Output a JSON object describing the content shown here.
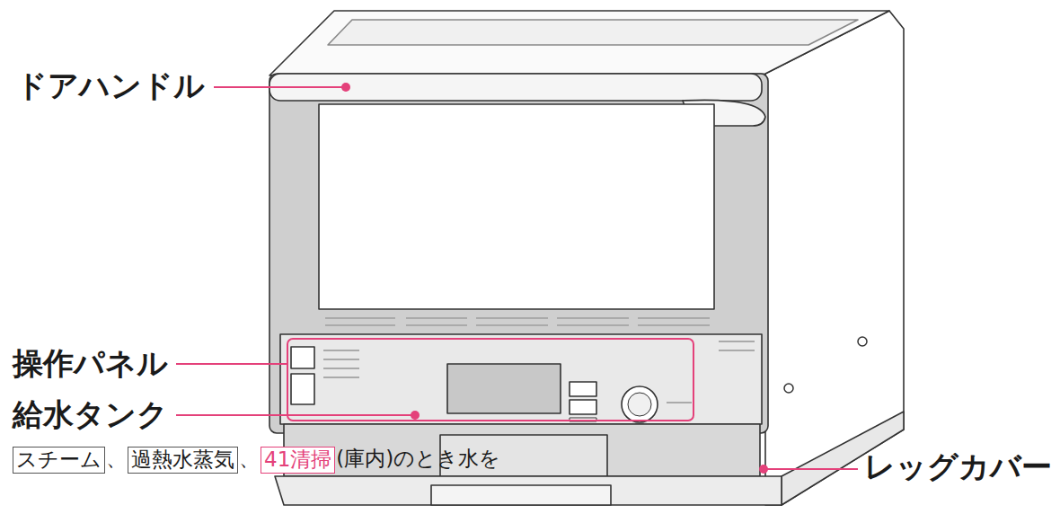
{
  "diagram": {
    "nodes": [
      {
        "text": [
          "スチーム"
        ]
      },
      {
        "text": [
          "過熱水蒸気"
        ]
      },
      {
        "text": [
          "41清掃"
        ]
      }
    ],
    "labels": [
      "ドアハンドル",
      "操作パネル",
      "給水タンク",
      "、",
      "、",
      "(庫内)のとき水を",
      "レッグカバー"
    ]
  }
}
